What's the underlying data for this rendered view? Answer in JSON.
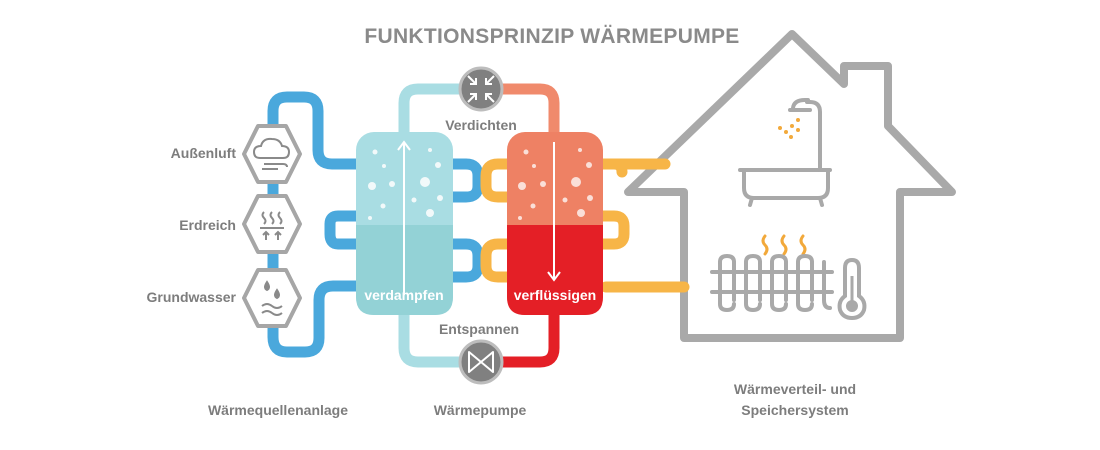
{
  "title": "FUNKTIONSPRINZIP WÄRMEPUMPE",
  "sources": [
    {
      "label": "Außenluft",
      "icon": "cloud-wind-icon"
    },
    {
      "label": "Erdreich",
      "icon": "ground-heat-icon"
    },
    {
      "label": "Grundwasser",
      "icon": "water-drops-icon"
    }
  ],
  "steps": {
    "compress": "Verdichten",
    "expand": "Entspannen",
    "evaporate": "verdampfen",
    "condense": "verflüssigen"
  },
  "captions": {
    "source_system": "Wärmequellenanlage",
    "heat_pump": "Wärmepumpe",
    "distribution": [
      "Wärmeverteil- und",
      "Speichersystem"
    ]
  },
  "icons": {
    "compressor": "compressor-icon",
    "expansion_valve": "expansion-valve-icon",
    "bathtub": "bathtub-shower-icon",
    "radiator": "radiator-icon",
    "thermometer": "thermometer-icon",
    "house": "house-outline-icon"
  },
  "colors": {
    "cold_pipe": "#4aa8dc",
    "light_pipe": "#a9dde3",
    "warm_pipe": "#f08a6c",
    "hot_pipe": "#e41f26",
    "heating_pipe": "#f7b547",
    "outline_gray": "#a6a6a6",
    "text_gray": "#7d7d7d"
  }
}
